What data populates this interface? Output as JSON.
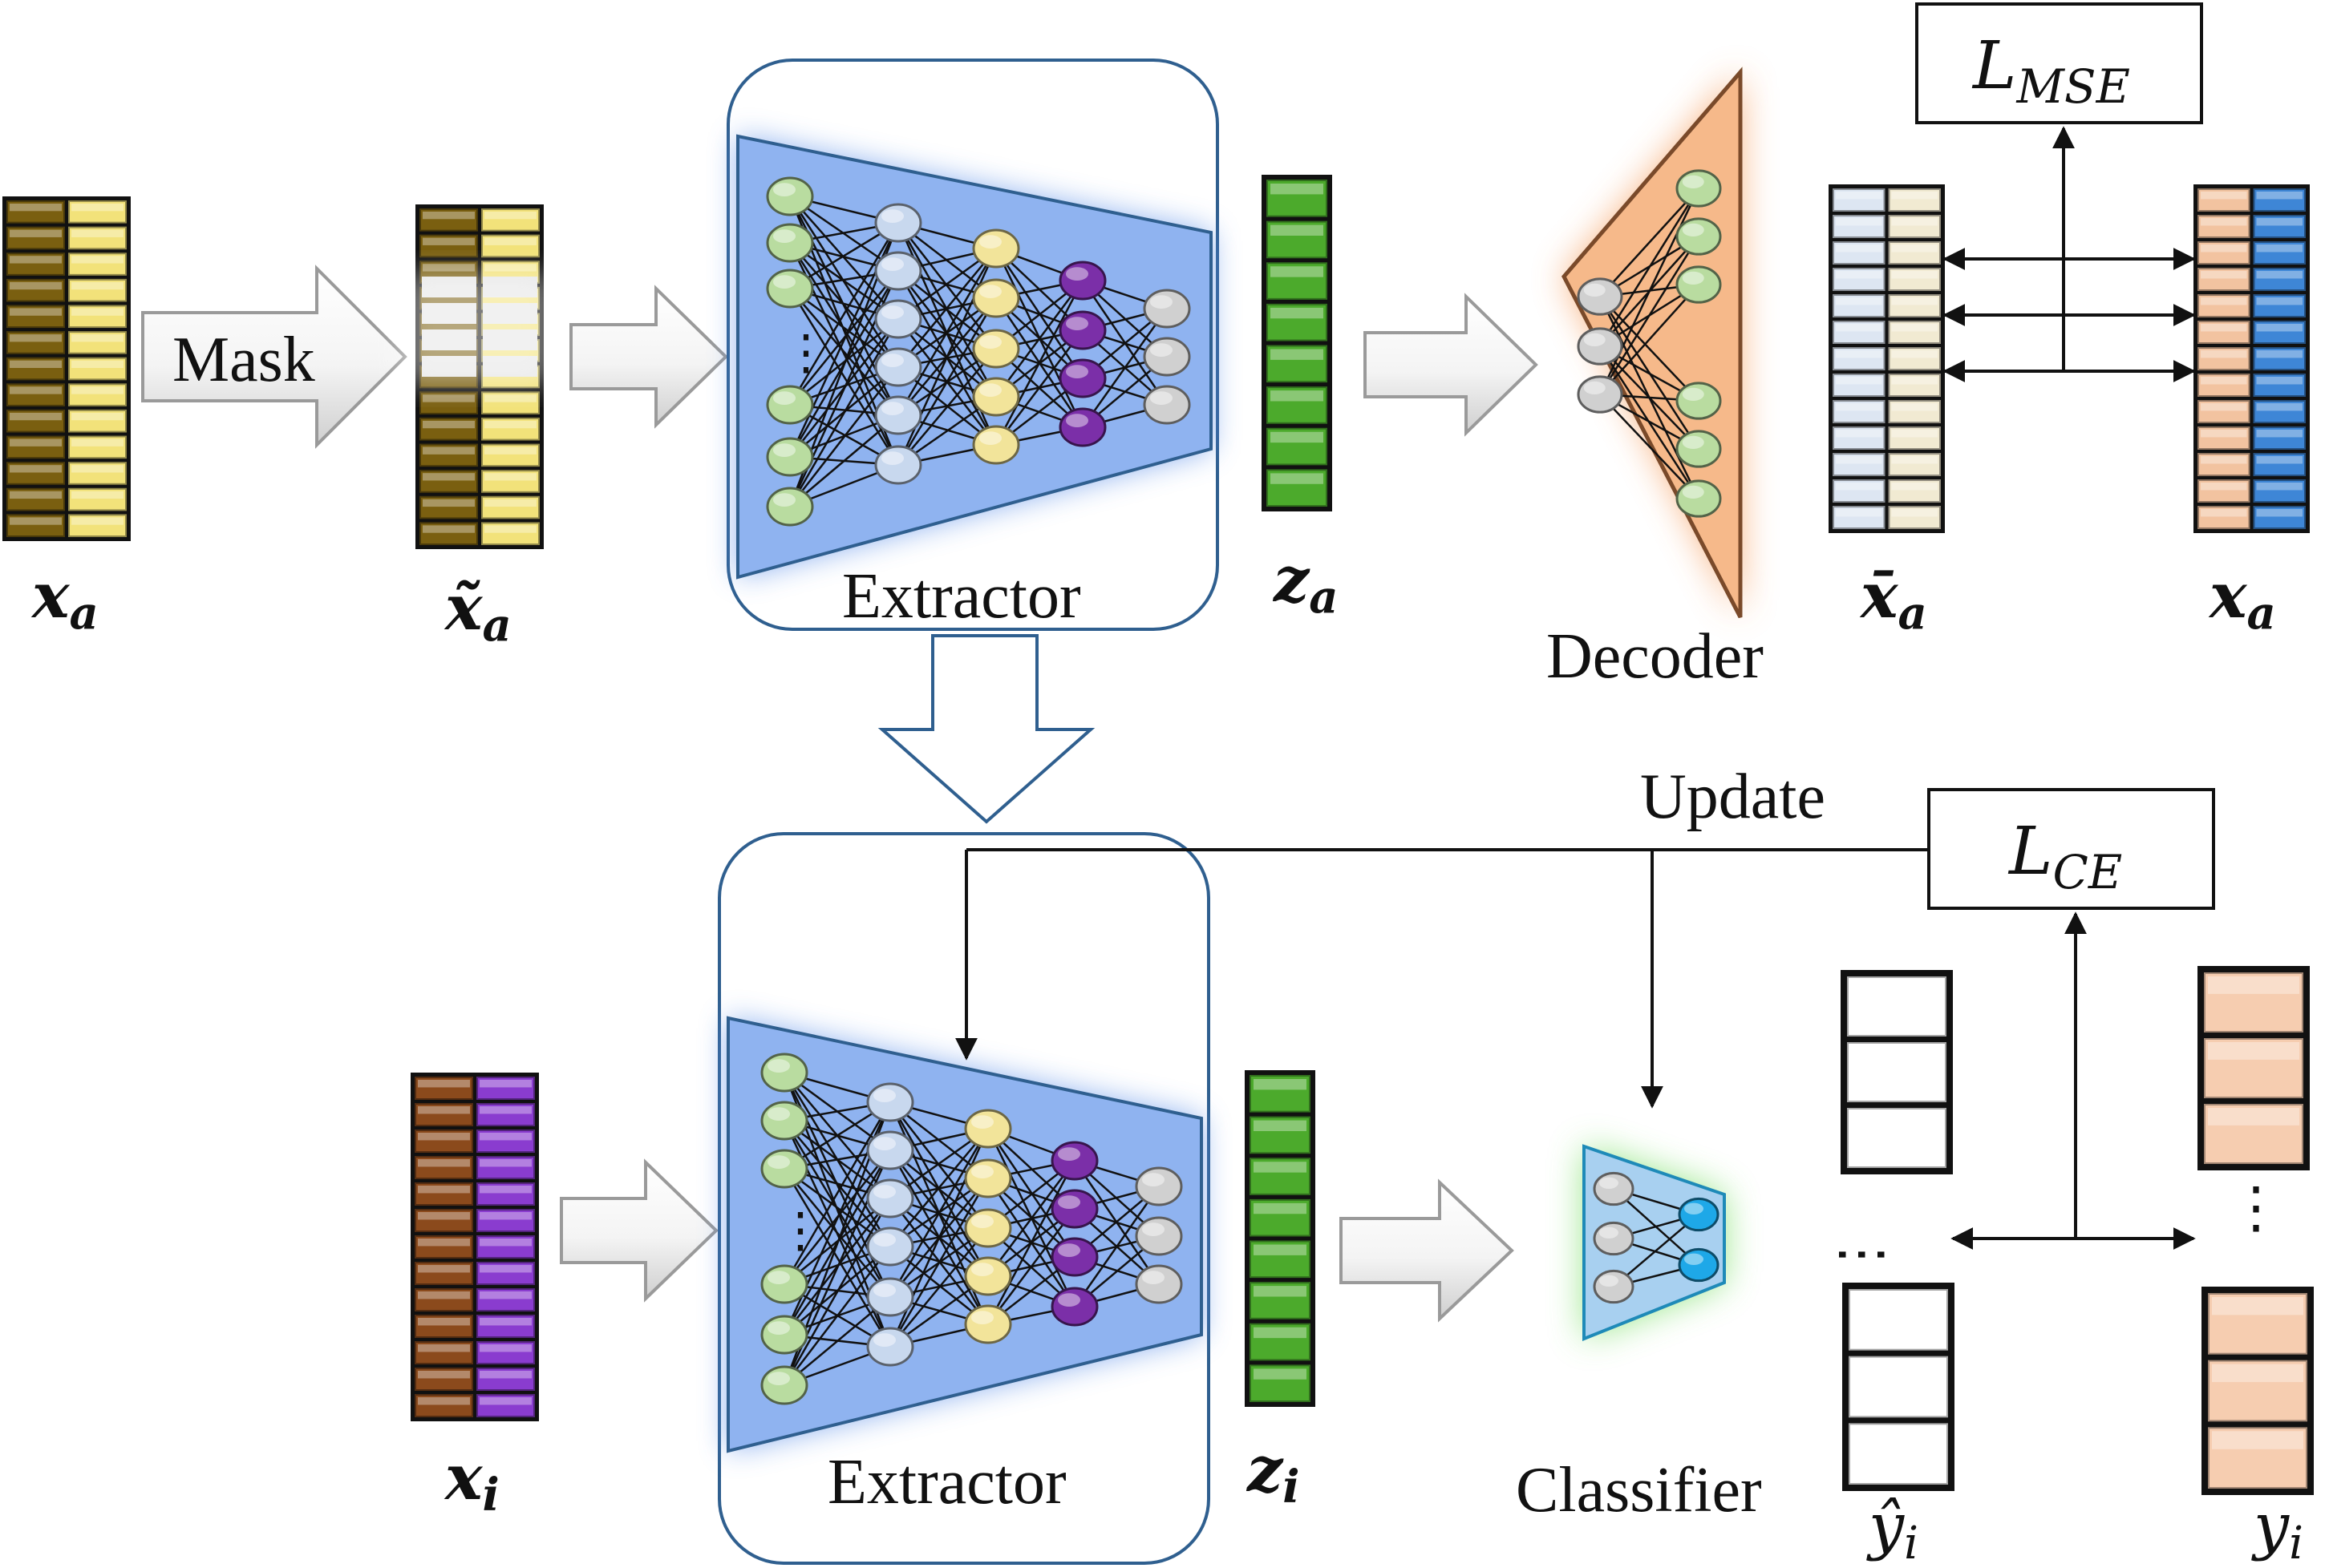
{
  "labels": {
    "mask": "Mask",
    "extractor": "Extractor",
    "decoder": "Decoder",
    "classifier": "Classifier",
    "update": "Update",
    "loss_mse": "L",
    "loss_mse_sub": "MSE",
    "loss_ce": "L",
    "loss_ce_sub": "CE"
  },
  "symbols": {
    "x_a": "x",
    "x_a_sub": "a",
    "x_tilde_a": "x̃",
    "x_tilde_a_sub": "a",
    "z_a": "z",
    "z_a_sub": "a",
    "x_bar_a": "x̄",
    "x_bar_a_sub": "a",
    "x_a_target": "x",
    "x_a_target_sub": "a",
    "x_i": "x",
    "x_i_sub": "i",
    "z_i": "z",
    "z_i_sub": "i",
    "y_hat_i": "ŷ",
    "y_hat_i_sub": "i",
    "y_i": "y",
    "y_i_sub": "i"
  },
  "colors": {
    "x_a_left": "#7a5f10",
    "x_a_right": "#f2e27a",
    "x_i_left": "#8b4a1c",
    "x_i_right": "#8a3ccf",
    "z": "#4caa2c",
    "x_bar_left": "#dde6f2",
    "x_bar_right": "#f1ead2",
    "x_target_left": "#f2c3a0",
    "x_target_right": "#3e86d6",
    "y_true": "#f6cdb0",
    "extractor_fill": "#8fb3f0",
    "decoder_glow": "#f7a56a",
    "classifier_glow": "#7ee06a",
    "node_green": "#b9dca0",
    "node_blue": "#c8d8ee",
    "node_yellow": "#f2e49a",
    "node_purple": "#7b2fa8",
    "node_gray": "#d0d0d0",
    "node_cyan": "#1ea8e8"
  }
}
